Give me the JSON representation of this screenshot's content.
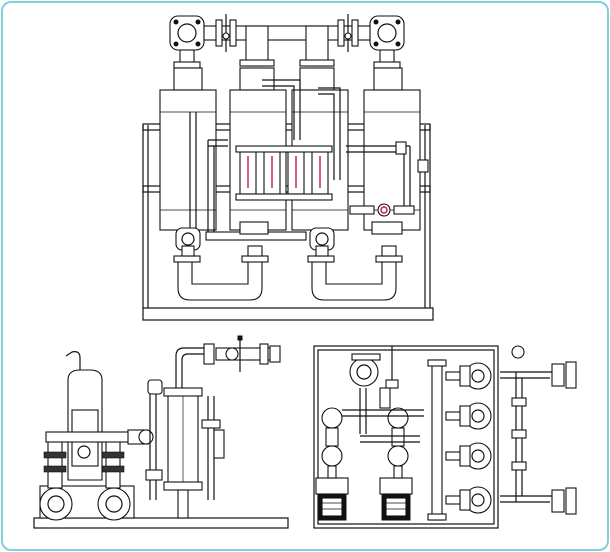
{
  "drawing": {
    "views": [
      {
        "id": "front-elevation"
      },
      {
        "id": "side-elevation"
      },
      {
        "id": "plan-view"
      }
    ]
  },
  "colors": {
    "border": "#7fd0d8",
    "line": "#111111",
    "flow_indicator": "#c2185b"
  }
}
